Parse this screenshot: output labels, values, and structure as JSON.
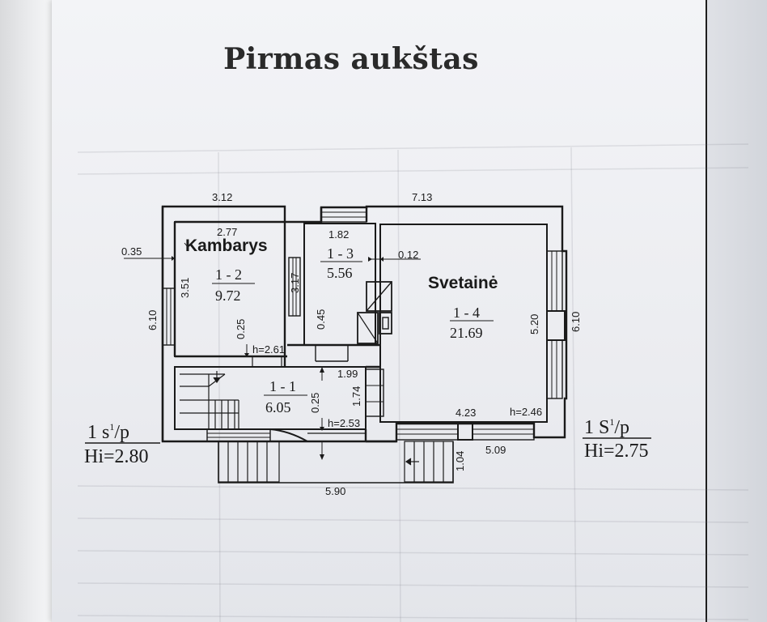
{
  "title": "Pirmas aukštas",
  "rooms": [
    {
      "label": "Kambarys",
      "id": "1 - 2",
      "area": "9.72"
    },
    {
      "label": "",
      "id": "1 - 3",
      "area": "5.56"
    },
    {
      "label": "Svetainė",
      "id": "1 - 4",
      "area": "21.69"
    },
    {
      "label": "",
      "id": "1 - 1",
      "area": "6.05"
    }
  ],
  "dimensions": {
    "top_left": "3.12",
    "top_right": "7.13",
    "room12_width": "2.77",
    "room13_width": "1.82",
    "wall_left": "0.35",
    "wall_mid": "0.12",
    "room12_height": "3.51",
    "left_height": "6.10",
    "right_height": "6.10",
    "room13_height": "3.17",
    "room14_height": "5.20",
    "h_room12": "h=2.61",
    "wall_025_a": "0.25",
    "wall_045": "0.45",
    "hall_width": "1.99",
    "hall_depth": "1.74",
    "wall_025_b": "0.25",
    "h_hall": "h=2.53",
    "room14_width": "4.23",
    "h_room14": "h=2.46",
    "front_width": "5.09",
    "porch_depth": "1.04",
    "total_width": "5.90"
  },
  "levels": {
    "left": {
      "symbol": "1 s",
      "superscript": "1",
      "suffix": "/p",
      "height": "Hi=2.80"
    },
    "right": {
      "symbol": "1 S",
      "superscript": "1",
      "suffix": "/p",
      "height": "Hi=2.75"
    }
  },
  "colors": {
    "ink": "#1a1a1a",
    "paper": "#eceef2"
  }
}
